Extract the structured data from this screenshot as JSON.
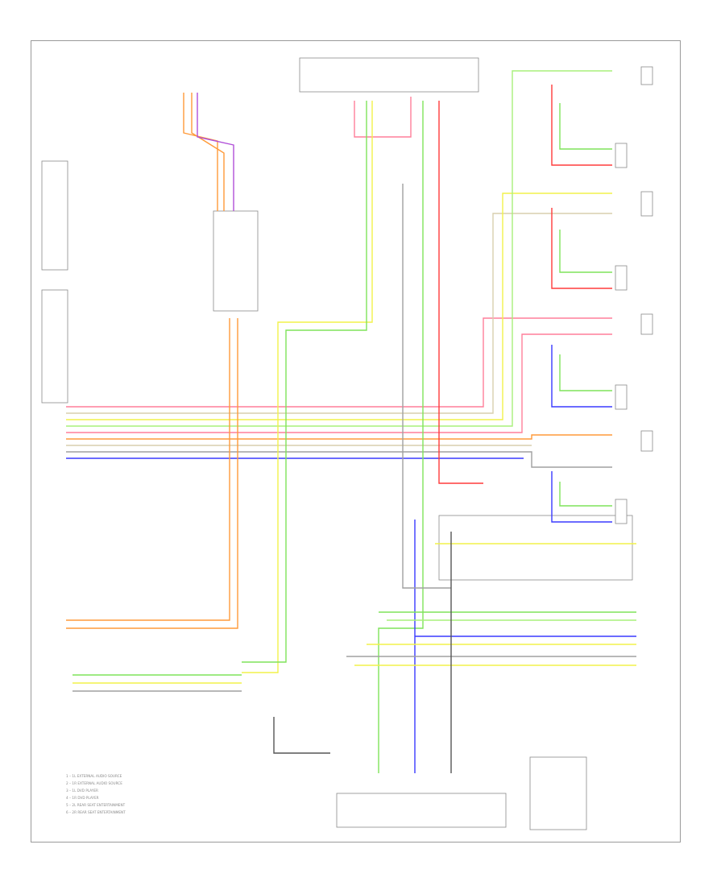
{
  "diagram": {
    "page_number": "",
    "wire_colors": {
      "pink": "#ff7f9a",
      "red": "#ff3b3b",
      "yellow": "#f2f24a",
      "green": "#7fe35a",
      "light_green": "#a8f07a",
      "blue": "#3a3aff",
      "orange": "#ff9a3a",
      "purple": "#b04fd8",
      "tan": "#d8cfae",
      "gray": "#a0a0a0",
      "dark": "#555555"
    },
    "legend_lines": [
      "1 – 1L EXTERNAL AUDIO SOURCE",
      "2 – 1R EXTERNAL AUDIO SOURCE",
      "3 – 1L DVD PLAYER",
      "4 – 1R DVD PLAYER",
      "5 – 2L REAR SEAT ENTERTAINMENT",
      "6 – 2R REAR SEAT ENTERTAINMENT"
    ]
  }
}
